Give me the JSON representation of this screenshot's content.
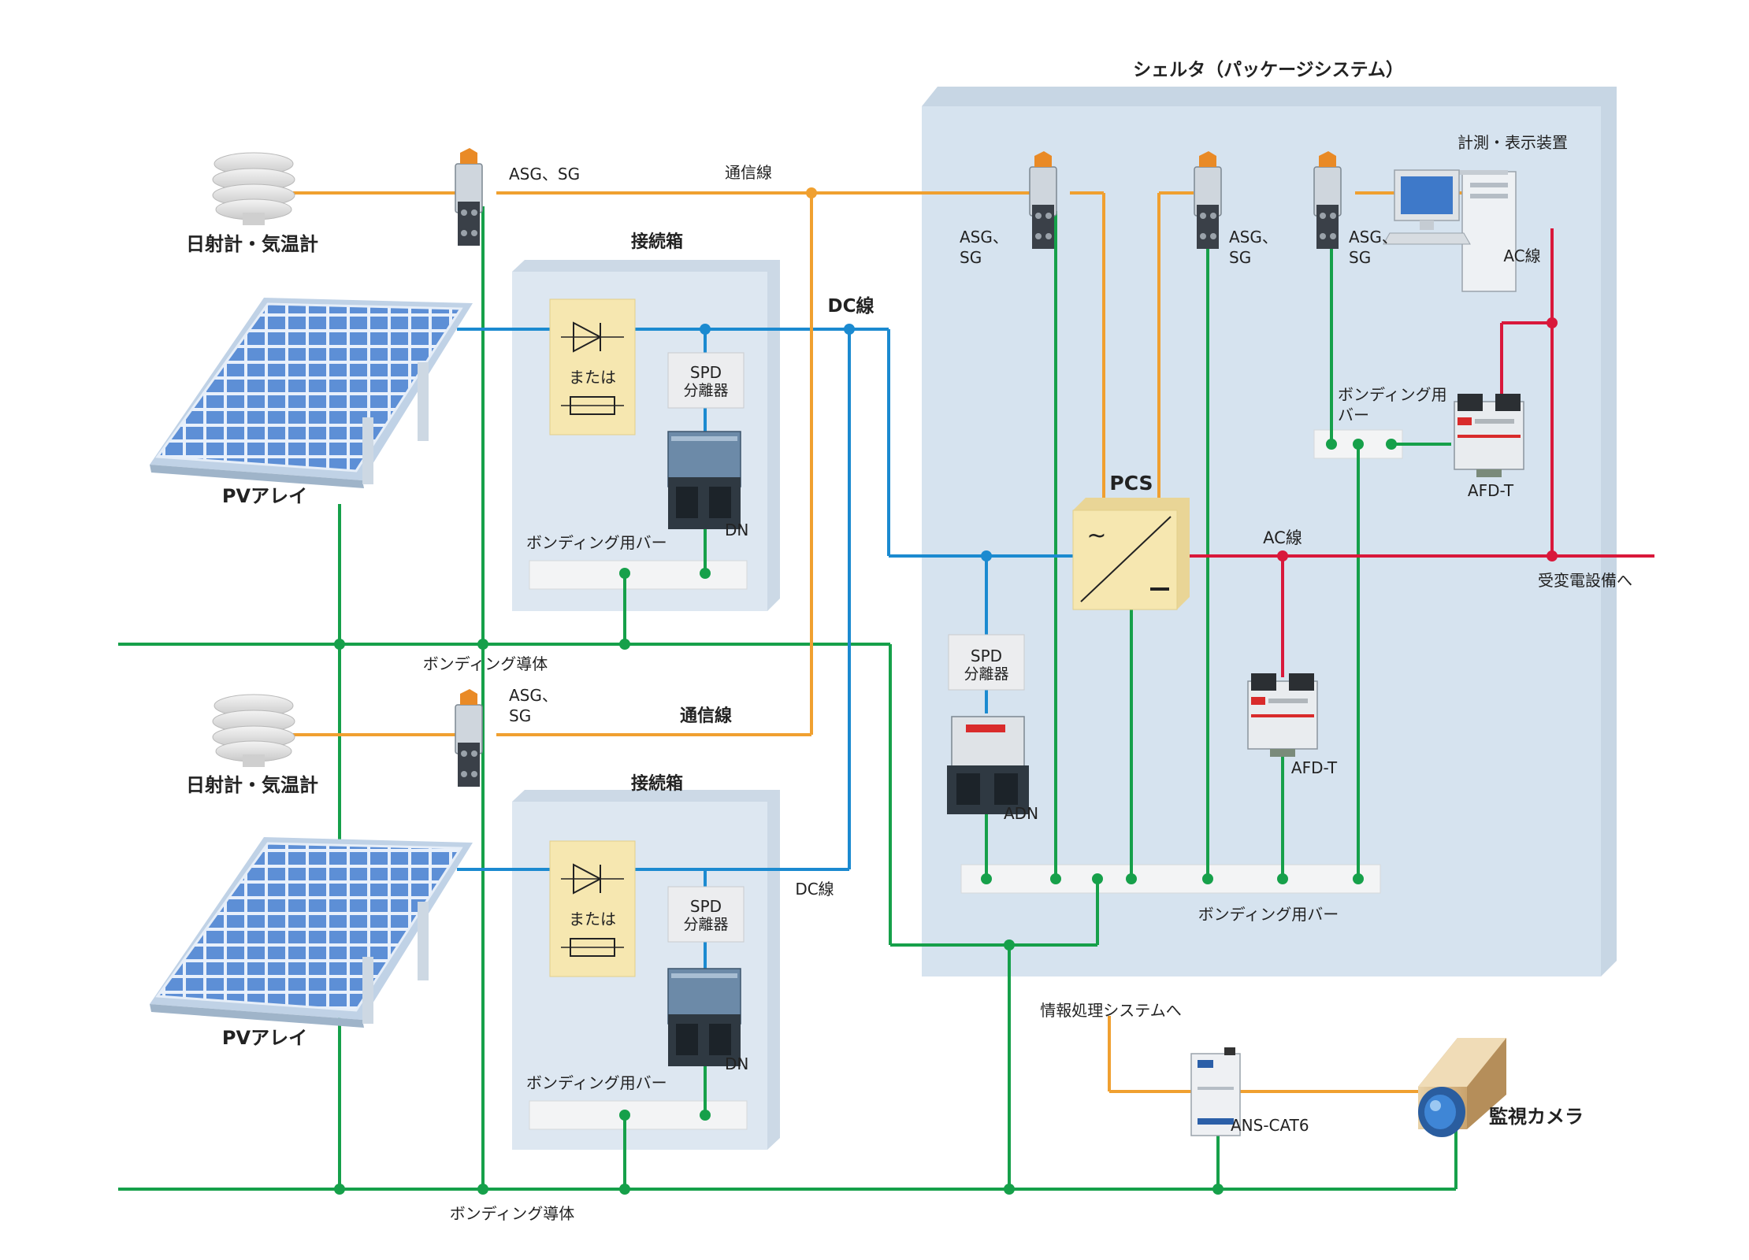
{
  "colors": {
    "communication_line": "#f0a030",
    "dc_line": "#1b8ad0",
    "ac_line": "#d9183b",
    "bonding_line": "#16a04a",
    "shelter_fill": "#d6e3ef",
    "junction_box_fill": "#dde7f1",
    "pcs_fill": "#f6e7b0",
    "rectifier_fill": "#f6e7b0"
  },
  "shelter": {
    "title": "シェルタ（パッケージシステム）"
  },
  "upper": {
    "pyranometer_label": "日射計・気温計",
    "asg_label": "ASG、SG",
    "comm_line_label": "通信線",
    "pv_array_label": "PVアレイ",
    "junction_box": {
      "title": "接続箱",
      "or_label": "または",
      "spd_line1": "SPD",
      "spd_line2": "分離器",
      "dn_label": "DN",
      "bonding_bar_label": "ボンディング用バー"
    },
    "dc_line_label": "DC線",
    "bonding_conductor_label": "ボンディング導体"
  },
  "lower": {
    "pyranometer_label": "日射計・気温計",
    "asg_label_line1": "ASG、",
    "asg_label_line2": "SG",
    "comm_line_label": "通信線",
    "pv_array_label": "PVアレイ",
    "junction_box": {
      "title": "接続箱",
      "or_label": "または",
      "spd_line1": "SPD",
      "spd_line2": "分離器",
      "dn_label": "DN",
      "bonding_bar_label": "ボンディング用バー"
    },
    "dc_line_label": "DC線",
    "bonding_conductor_label": "ボンディング導体"
  },
  "shelter_devices": {
    "asg1_line1": "ASG、",
    "asg1_line2": "SG",
    "asg2_line1": "ASG、",
    "asg2_line2": "SG",
    "asg3_line1": "ASG、",
    "asg3_line2": "SG",
    "monitor_label": "計測・表示装置",
    "ac_line_top_label": "AC線",
    "bonding_bar_small_line1": "ボンディング用",
    "bonding_bar_small_line2": "バー",
    "afd_top_label": "AFD-T",
    "pcs_label": "PCS",
    "pcs_ac_symbol": "~",
    "ac_line_label": "AC線",
    "to_receiving_label": "受変電設備へ",
    "spd_line1": "SPD",
    "spd_line2": "分離器",
    "adn_label": "ADN",
    "afd_mid_label": "AFD-T",
    "bonding_bar_bottom_label": "ボンディング用バー"
  },
  "bottom": {
    "to_info_system_label": "情報処理システムへ",
    "ans_label": "ANS-CAT6",
    "camera_label": "監視カメラ"
  }
}
